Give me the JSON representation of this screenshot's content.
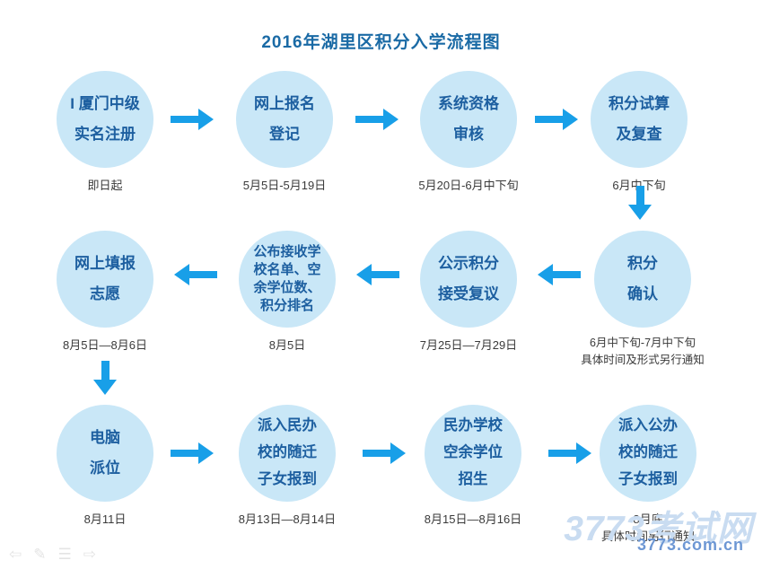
{
  "title": "2016年湖里区积分入学流程图",
  "colors": {
    "title_text": "#1a6aa5",
    "circle_fill": "#c9e7f7",
    "circle_text": "#1d5fa0",
    "arrow": "#189fe8",
    "caption_text": "#3a3a3a",
    "watermark_name": "#c9dcf1",
    "watermark_url": "#6d97d4"
  },
  "nodes": [
    {
      "label": "I 厦门中级\n实名注册",
      "caption": "即日起"
    },
    {
      "label": "网上报名\n登记",
      "caption": "5月5日-5月19日"
    },
    {
      "label": "系统资格\n审核",
      "caption": "5月20日-6月中下旬"
    },
    {
      "label": "积分试算\n及复查",
      "caption": "6月中下旬"
    },
    {
      "label": "积分\n确认",
      "caption": "6月中下旬-7月中下旬\n具体时间及形式另行通知"
    },
    {
      "label": "公示积分\n接受复议",
      "caption": "7月25日—7月29日"
    },
    {
      "label": "公布接收学\n校名单、空\n余学位数、\n积分排名",
      "caption": "8月5日"
    },
    {
      "label": "网上填报\n志愿",
      "caption": "8月5日—8月6日"
    },
    {
      "label": "电脑\n派位",
      "caption": "8月11日"
    },
    {
      "label": "派入民办\n校的随迁\n子女报到",
      "caption": "8月13日—8月14日"
    },
    {
      "label": "民办学校\n空余学位\n招生",
      "caption": "8月15日—8月16日"
    },
    {
      "label": "派入公办\n校的随迁\n子女报到",
      "caption": "8月底\n具体时间另行通知"
    }
  ],
  "watermark": {
    "site_name": "3773考试网",
    "url": "3773.com.cn"
  },
  "controls": {
    "prev": "⇦",
    "pen": "✎",
    "menu": "☰",
    "next": "⇨"
  }
}
